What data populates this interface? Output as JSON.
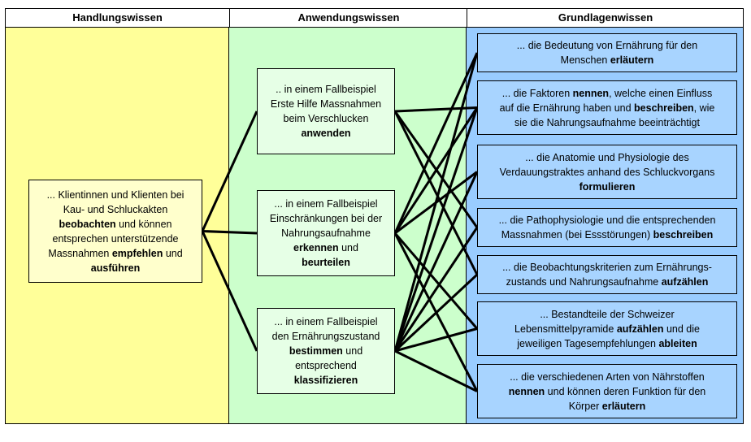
{
  "header": {
    "col1": "Handlungswissen",
    "col2": "Anwendungswissen",
    "col3": "Grundlagenwissen"
  },
  "handlung": {
    "lines": [
      [
        {
          "t": "... Klientinnen und Klienten bei",
          "b": false
        }
      ],
      [
        {
          "t": "Kau- und Schluckakten",
          "b": false
        }
      ],
      [
        {
          "t": "beobachten",
          "b": true
        },
        {
          "t": " und können",
          "b": false
        }
      ],
      [
        {
          "t": "entsprechen unterstützende",
          "b": false
        }
      ],
      [
        {
          "t": "Massnahmen ",
          "b": false
        },
        {
          "t": "empfehlen",
          "b": true
        },
        {
          "t": " und",
          "b": false
        }
      ],
      [
        {
          "t": "ausführen",
          "b": true
        }
      ]
    ]
  },
  "anwendung": [
    {
      "lines": [
        [
          {
            "t": ".. in einem Fallbeispiel",
            "b": false
          }
        ],
        [
          {
            "t": "Erste Hilfe Massnahmen",
            "b": false
          }
        ],
        [
          {
            "t": "beim Verschlucken",
            "b": false
          }
        ],
        [
          {
            "t": "anwenden",
            "b": true
          }
        ]
      ]
    },
    {
      "lines": [
        [
          {
            "t": "... in einem Fallbeispiel",
            "b": false
          }
        ],
        [
          {
            "t": "Einschränkungen bei der",
            "b": false
          }
        ],
        [
          {
            "t": "Nahrungsaufnahme",
            "b": false
          }
        ],
        [
          {
            "t": "erkennen",
            "b": true
          },
          {
            "t": " und",
            "b": false
          }
        ],
        [
          {
            "t": "beurteilen",
            "b": true
          }
        ]
      ]
    },
    {
      "lines": [
        [
          {
            "t": "... in einem Fallbeispiel",
            "b": false
          }
        ],
        [
          {
            "t": "den Ernährungszustand",
            "b": false
          }
        ],
        [
          {
            "t": "bestimmen",
            "b": true
          },
          {
            "t": " und",
            "b": false
          }
        ],
        [
          {
            "t": "entsprechend",
            "b": false
          }
        ],
        [
          {
            "t": "klassifizieren",
            "b": true
          }
        ]
      ]
    }
  ],
  "grundlagen": [
    {
      "lines": [
        [
          {
            "t": "... die Bedeutung von Ernährung für den",
            "b": false
          }
        ],
        [
          {
            "t": "Menschen ",
            "b": false
          },
          {
            "t": "erläutern",
            "b": true
          }
        ]
      ]
    },
    {
      "lines": [
        [
          {
            "t": "... die Faktoren ",
            "b": false
          },
          {
            "t": "nennen",
            "b": true
          },
          {
            "t": ", welche einen Einfluss",
            "b": false
          }
        ],
        [
          {
            "t": "auf die Ernährung haben und ",
            "b": false
          },
          {
            "t": "beschreiben",
            "b": true
          },
          {
            "t": ", wie",
            "b": false
          }
        ],
        [
          {
            "t": "sie die Nahrungsaufnahme beeinträchtigt",
            "b": false
          }
        ]
      ]
    },
    {
      "lines": [
        [
          {
            "t": "... die Anatomie und Physiologie des",
            "b": false
          }
        ],
        [
          {
            "t": "Verdauungstraktes anhand des Schluckvorgans",
            "b": false
          }
        ],
        [
          {
            "t": "formulieren",
            "b": true
          }
        ]
      ]
    },
    {
      "lines": [
        [
          {
            "t": "... die Pathophysiologie und die entsprechenden",
            "b": false
          }
        ],
        [
          {
            "t": "Massnahmen (bei Essstörungen) ",
            "b": false
          },
          {
            "t": "beschreiben",
            "b": true
          }
        ]
      ]
    },
    {
      "lines": [
        [
          {
            "t": "... die Beobachtungskriterien zum Ernährungs-",
            "b": false
          }
        ],
        [
          {
            "t": "zustands und Nahrungsaufnahme ",
            "b": false
          },
          {
            "t": "aufzählen",
            "b": true
          }
        ]
      ]
    },
    {
      "lines": [
        [
          {
            "t": "... Bestandteile der Schweizer",
            "b": false
          }
        ],
        [
          {
            "t": "Lebensmittelpyramide ",
            "b": false
          },
          {
            "t": "aufzählen",
            "b": true
          },
          {
            "t": " und die",
            "b": false
          }
        ],
        [
          {
            "t": "jeweiligen Tagesempfehlungen ",
            "b": false
          },
          {
            "t": "ableiten",
            "b": true
          }
        ]
      ]
    },
    {
      "lines": [
        [
          {
            "t": "... die verschiedenen Arten von Nährstoffen",
            "b": false
          }
        ],
        [
          {
            "t": "nennen",
            "b": true
          },
          {
            "t": " und können deren Funktion für den",
            "b": false
          }
        ],
        [
          {
            "t": "Körper ",
            "b": false
          },
          {
            "t": "erläutern",
            "b": true
          }
        ]
      ]
    }
  ],
  "connections": {
    "handlung_to_anwendung": [
      0,
      1,
      2
    ],
    "anwendung_to_grundlagen": [
      [
        1,
        3,
        4
      ],
      [
        0,
        1,
        2,
        5,
        6
      ],
      [
        0,
        1,
        2,
        3,
        4,
        5,
        6
      ]
    ]
  },
  "colors": {
    "col1": "#ffff99",
    "col2": "#ccffcc",
    "col3": "#99ccff",
    "box1": "#ffffcc",
    "box2": "#e6ffe6",
    "box3": "#a8d4ff",
    "line": "#000000"
  }
}
